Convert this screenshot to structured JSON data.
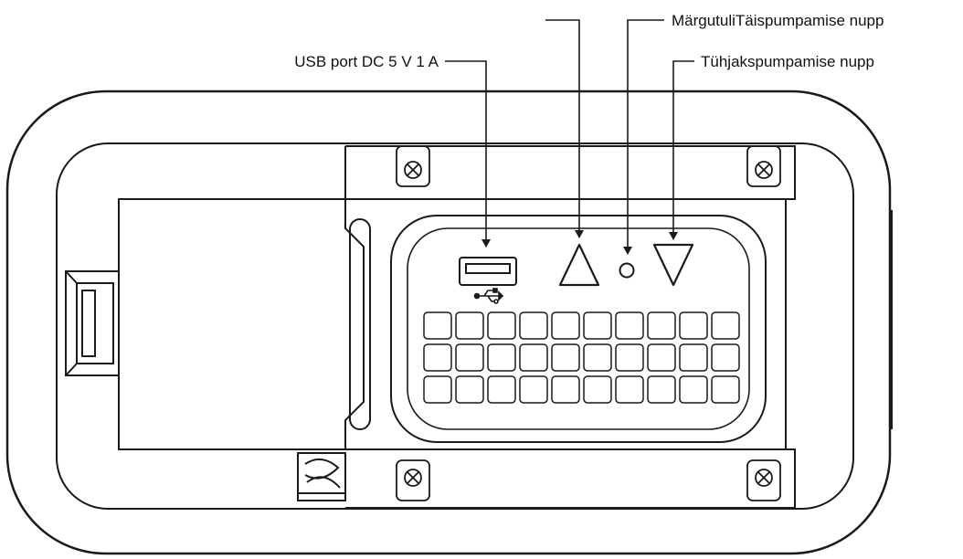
{
  "callouts": {
    "usb_port": "USB port DC 5 V 1 A",
    "inflate_button": "",
    "indicator_and_inflate": "MärgutuliTäispumpamise nupp",
    "deflate_button": "Tühjakspumpamise nupp"
  },
  "icons": {
    "usb_symbol": "usb-symbol-icon",
    "inflate": "triangle-up-icon",
    "indicator": "indicator-light-icon",
    "deflate": "triangle-down-icon",
    "screw": "screw-icon"
  },
  "colors": {
    "line": "#1a1a1a",
    "background": "#ffffff"
  },
  "speaker_grille": {
    "rows": 3,
    "columns": 10
  }
}
